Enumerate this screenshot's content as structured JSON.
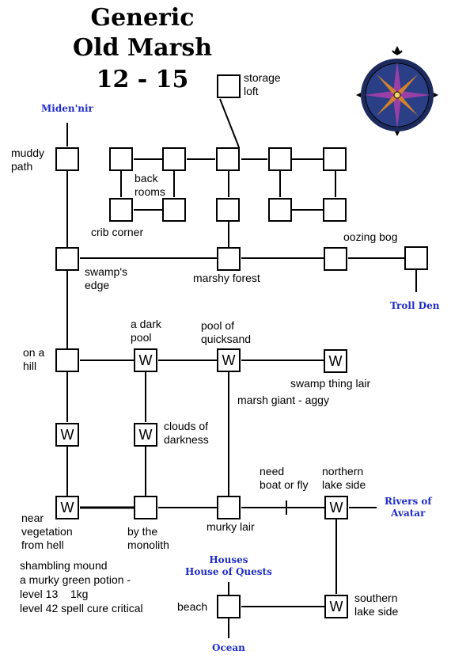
{
  "title": {
    "line1": "Generic",
    "line2": "Old Marsh",
    "line3": "12 - 15"
  },
  "wander_marker": "W",
  "labels": {
    "storage_loft": "storage\nloft",
    "muddy_path": "muddy\npath",
    "back_rooms": "back\nrooms",
    "crib_corner": "crib corner",
    "oozing_bog": "oozing bog",
    "swamps_edge": "swamp's\nedge",
    "marshy_forest": "marshy forest",
    "a_dark_pool": "a dark\npool",
    "pool_of_quicksand": "pool of\nquicksand",
    "on_a_hill": "on a\nhill",
    "swamp_thing_lair": "swamp thing lair",
    "marsh_giant": "marsh giant - aggy",
    "clouds_of_darkness": "clouds of\ndarkness",
    "need_boat": "need\nboat or fly",
    "northern_lake_side": "northern\nlake side",
    "near_vegetation": "near\nvegetation\nfrom hell",
    "by_the_monolith": "by the\nmonolith",
    "murky_lair": "murky lair",
    "beach": "beach",
    "southern_lake_side": "southern\nlake side"
  },
  "exits": {
    "midennir": "Miden'nir",
    "troll_den": "Troll Den",
    "rivers_of_avatar": "Rivers of\nAvatar",
    "houses": "Houses\nHouse of Quests",
    "ocean": "Ocean"
  },
  "notes": {
    "line1": "shambling mound",
    "line2": "a murky green potion -",
    "line3": "level 13    1kg",
    "line4": "level 42 spell cure critical"
  },
  "colors": {
    "exit_text": "#1f2dc7",
    "compass_purple": "#9b3fa8",
    "compass_orange": "#d2822a",
    "compass_navy": "#1c2a5e"
  },
  "icons": {
    "compass": "compass-rose-icon"
  }
}
